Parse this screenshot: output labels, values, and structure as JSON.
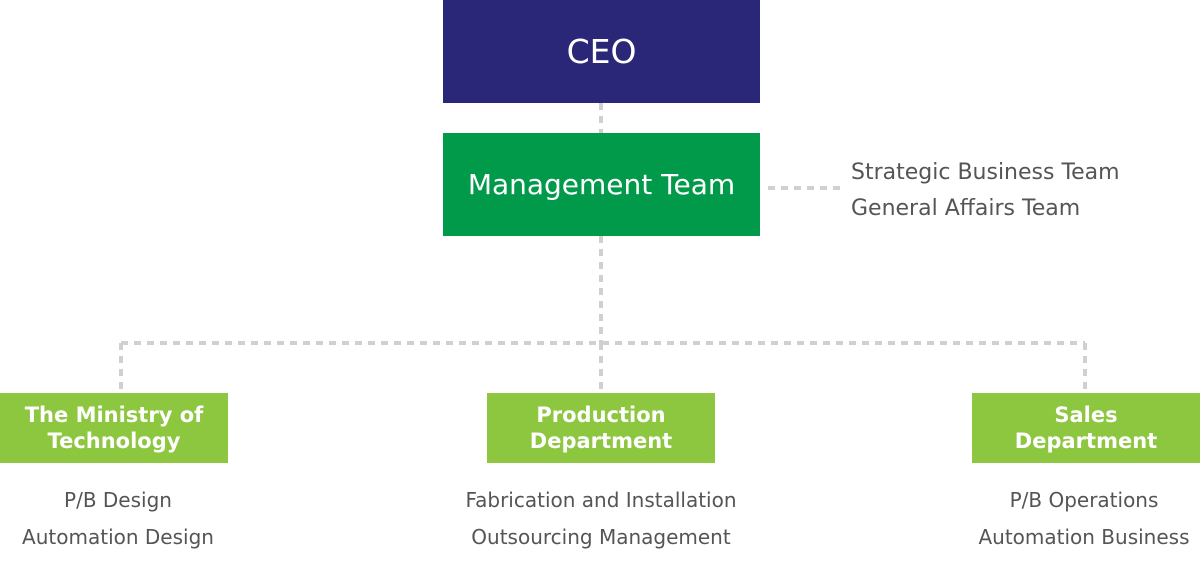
{
  "ceo": {
    "label": "CEO"
  },
  "management": {
    "label": "Management Team"
  },
  "staff_teams": [
    "Strategic Business Team",
    "General Affairs Team"
  ],
  "departments": [
    {
      "title": [
        "The Ministry of",
        "Technology"
      ],
      "items": [
        "P/B Design",
        "Automation Design"
      ]
    },
    {
      "title": [
        "Production",
        "Department"
      ],
      "items": [
        "Fabrication and Installation",
        "Outsourcing Management"
      ]
    },
    {
      "title": [
        "Sales",
        "Department"
      ],
      "items": [
        "P/B Operations",
        "Automation Business"
      ]
    }
  ],
  "colors": {
    "ceo": "#2a2778",
    "management": "#009a4a",
    "department": "#8dc63f",
    "connector": "#d0d0d0",
    "text_gray": "#555555"
  }
}
